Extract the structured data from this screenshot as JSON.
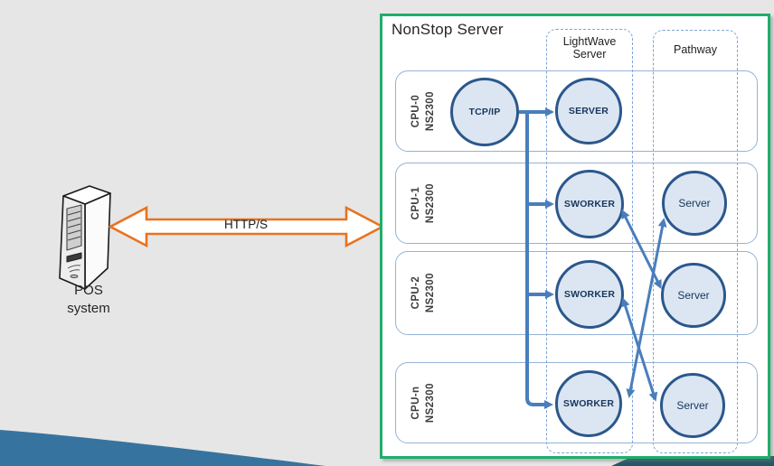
{
  "pos": {
    "label_line1": "POS",
    "label_line2": "system"
  },
  "link": {
    "label": "HTTP/S"
  },
  "nonstop": {
    "title": "NonStop Server",
    "ellipsis": "...",
    "columns": {
      "lightwave": {
        "label_line1": "LightWave",
        "label_line2": "Server"
      },
      "pathway": {
        "label": "Pathway"
      }
    },
    "rows": [
      {
        "cpu": "CPU-0",
        "model": "NS2300",
        "net_node": "TCP/IP",
        "lightwave_node": "SERVER"
      },
      {
        "cpu": "CPU-1",
        "model": "NS2300",
        "lightwave_node": "SWORKER",
        "pathway_node": "Server"
      },
      {
        "cpu": "CPU-2",
        "model": "NS2300",
        "lightwave_node": "SWORKER",
        "pathway_node": "Server"
      },
      {
        "cpu": "CPU-n",
        "model": "NS2300",
        "lightwave_node": "SWORKER",
        "pathway_node": "Server"
      }
    ]
  },
  "colors": {
    "bg": "#e7e6e6",
    "green": "#20ae6c",
    "conn": "#4a7ebb",
    "circ_stroke": "#2b578c",
    "circ_fill": "#dce6f2",
    "row_stroke": "#95b3d7",
    "dash": "#7da3d7",
    "orange": "#e8731f",
    "swoosh": "#36749f",
    "teal": "#215968",
    "node_text": "#17365d",
    "ink": "#262626"
  }
}
